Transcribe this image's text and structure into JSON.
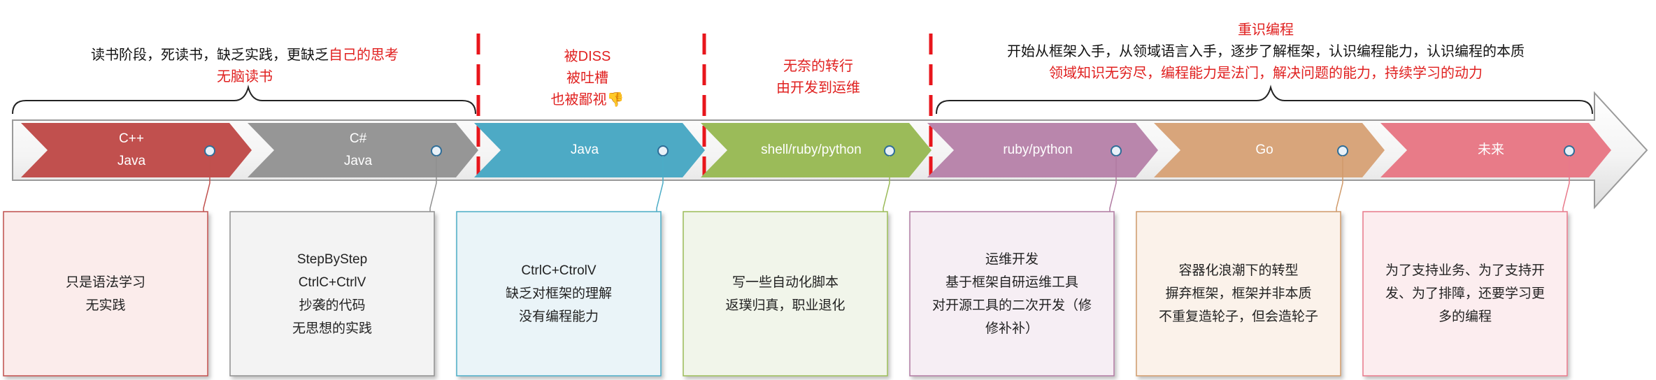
{
  "annotations": {
    "stage1": {
      "line1_black": "读书阶段，死读书，缺乏实践，更缺乏",
      "line1_red": "自己的思考",
      "line2": "无脑读书"
    },
    "java_stage": {
      "line1": "被DISS",
      "line2": "被吐槽",
      "line3": "也被鄙视",
      "emoji": "👎"
    },
    "ops_stage": {
      "line1": "无奈的转行",
      "line2": "由开发到运维"
    },
    "relearn": {
      "line1": "重识编程",
      "line2": "开始从框架入手，从领域语言入手，逐步了解框架，认识编程能力，认识编程的本质",
      "line3": "领域知识无穷尽，编程能力是法门，解决问题的能力，持续学习的动力"
    }
  },
  "colors": {
    "red_text": "#e0201f",
    "divider": "#e8161c",
    "arrow_outline": "#9a9a9a",
    "stage_fills": [
      "#c1504e",
      "#969696",
      "#4daac5",
      "#9bbb59",
      "#b986ac",
      "#d8a57b",
      "#e87b88"
    ],
    "card_fills": [
      "#fbeceb",
      "#f3f3f3",
      "#eaf4f8",
      "#f1f5ea",
      "#f6eef4",
      "#fbf2ea",
      "#fcedef"
    ],
    "card_borders": [
      "#c0504d",
      "#8f8f8f",
      "#4bacc6",
      "#9bbb59",
      "#b07aa1",
      "#d09a6a",
      "#e8798a"
    ]
  },
  "stages": [
    {
      "lines": [
        "C++",
        "Java"
      ],
      "card": [
        "只是语法学习",
        "无实践"
      ]
    },
    {
      "lines": [
        "C#",
        "Java"
      ],
      "card": [
        "StepByStep",
        "CtrlC+CtrlV",
        "抄袭的代码",
        "无思想的实践"
      ]
    },
    {
      "lines": [
        "Java"
      ],
      "card": [
        "CtrlC+CtrolV",
        "缺乏对框架的理解",
        "没有编程能力"
      ]
    },
    {
      "lines": [
        "shell/ruby/python"
      ],
      "card": [
        "写一些自动化脚本",
        "返璞归真，职业退化"
      ]
    },
    {
      "lines": [
        "ruby/python"
      ],
      "card": [
        "运维开发",
        "基于框架自研运维工具",
        "对开源工具的二次开发（修",
        "修补补）"
      ]
    },
    {
      "lines": [
        "Go"
      ],
      "card": [
        "容器化浪潮下的转型",
        "摒弃框架，框架并非本质",
        "不重复造轮子，但会造轮子"
      ]
    },
    {
      "lines": [
        "未来"
      ],
      "card": [
        "为了支持业务、为了支持开",
        "发、为了排障，还要学习更",
        "多的编程"
      ]
    }
  ]
}
